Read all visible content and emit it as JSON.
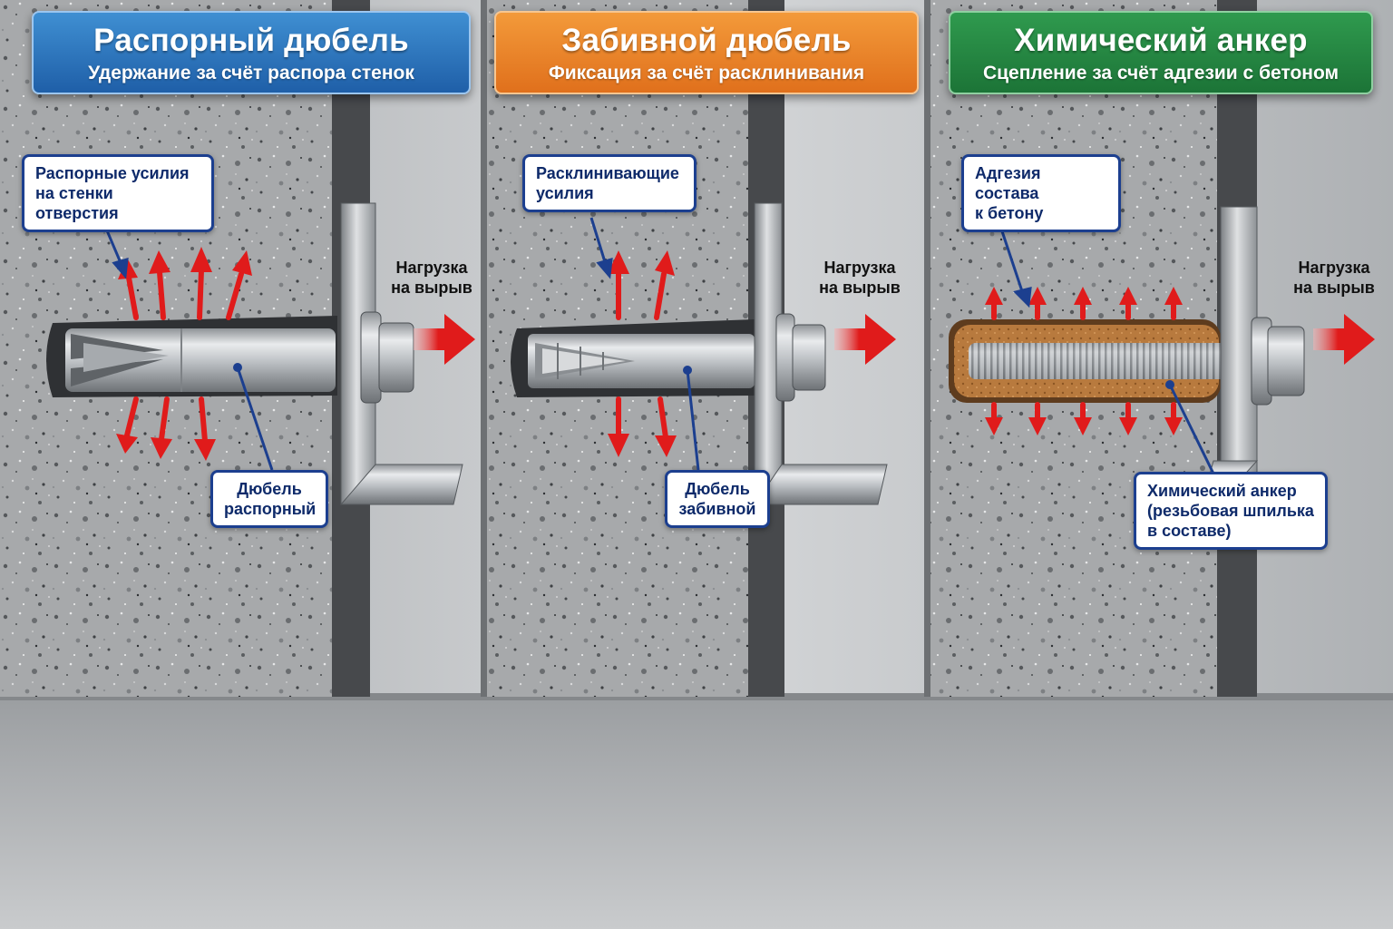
{
  "panels": [
    {
      "id": "expansion",
      "title": "Распорный дюбель",
      "subtitle": "Удержание за счёт распора стенок",
      "color": "#2f7cc4",
      "callout_force": "Распорные усилия\nна стенки отверстия",
      "callout_part": "Дюбель\nраспорный",
      "load_label": "Нагрузка\nна вырыв"
    },
    {
      "id": "driven",
      "title": "Забивной дюбель",
      "subtitle": "Фиксация за счёт расклинивания",
      "color": "#ea8228",
      "callout_force": "Расклинивающие\nусилия",
      "callout_part": "Дюбель\nзабивной",
      "load_label": "Нагрузка\nна вырыв"
    },
    {
      "id": "chemical",
      "title": "Химический анкер",
      "subtitle": "Сцепление за счёт адгезии с бетоном",
      "color": "#248a44",
      "callout_force": "Адгезия состава\nк бетону",
      "callout_part": "Химический анкер\n(резьбовая шпилька\nв составе)",
      "load_label": "Нагрузка\nна вырыв"
    }
  ],
  "colors": {
    "arrow_red": "#e01b1b",
    "callout_border": "#1c3f8f",
    "resin": "#b87a3e"
  }
}
